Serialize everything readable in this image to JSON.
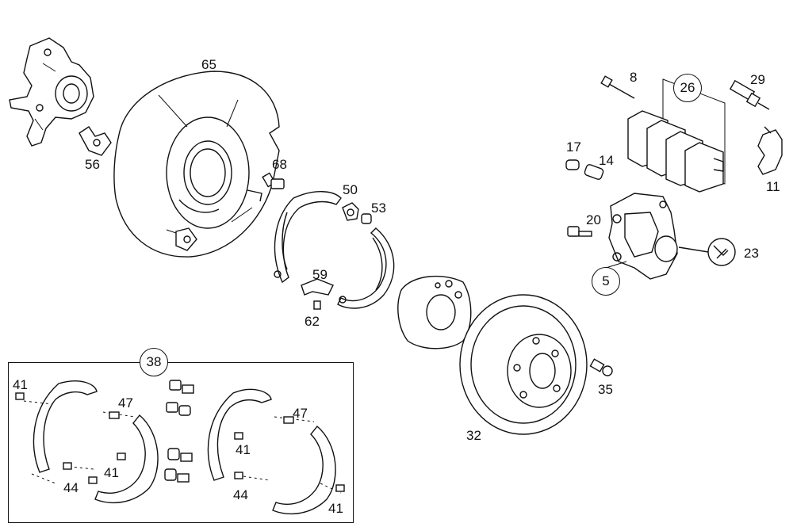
{
  "diagram": {
    "labels": {
      "p65": "65",
      "p56": "56",
      "p68": "68",
      "p50": "50",
      "p53": "53",
      "p59": "59",
      "p62": "62",
      "p8": "8",
      "p29": "29",
      "p17": "17",
      "p14": "14",
      "p11": "11",
      "p20": "20",
      "p23": "23",
      "p35": "35",
      "p32": "32",
      "kit41a": "41",
      "kit47a": "47",
      "kit41b": "41",
      "kit44a": "44",
      "kit47b": "47",
      "kit41c": "41",
      "kit44b": "44",
      "kit41d": "41"
    },
    "circled": {
      "p26": "26",
      "p5": "5",
      "p38": "38"
    }
  }
}
